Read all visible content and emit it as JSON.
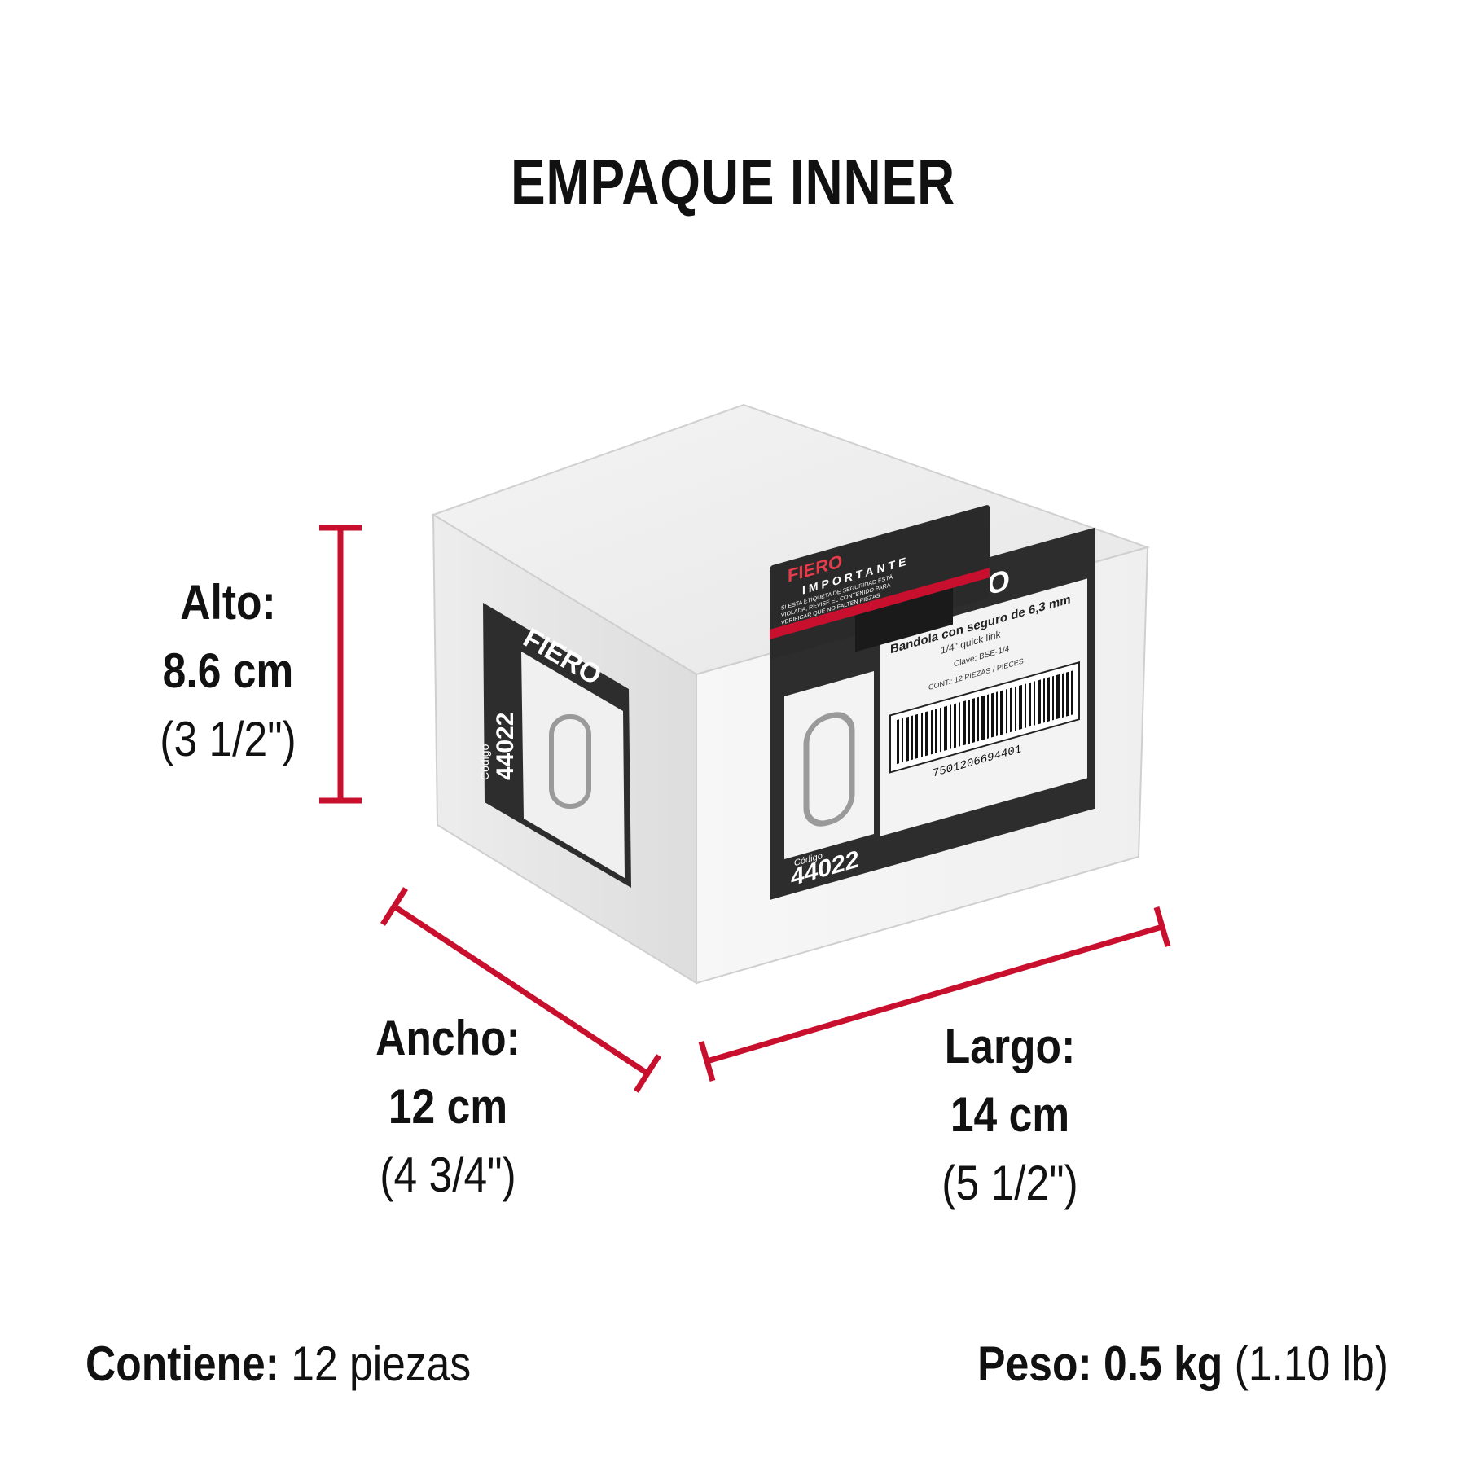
{
  "title": "EMPAQUE INNER",
  "dimensions": {
    "alto": {
      "label": "Alto:",
      "metric": "8.6 cm",
      "imperial": "(3 1/2\")"
    },
    "ancho": {
      "label": "Ancho:",
      "metric": "12 cm",
      "imperial": "(4 3/4\")"
    },
    "largo": {
      "label": "Largo:",
      "metric": "14 cm",
      "imperial": "(5 1/2\")"
    }
  },
  "contents": {
    "label": "Contiene:",
    "value": "12 piezas"
  },
  "weight": {
    "label": "Peso:",
    "metric": "0.5 kg",
    "imperial": "(1.10 lb)"
  },
  "box": {
    "brand": "FIERO",
    "seal_heading": "IMPORTANTE",
    "seal_text_1": "SI ESTA ETIQUETA DE SEGURIDAD ESTÁ",
    "seal_text_2": "VIOLADA, REVISE EL CONTENIDO PARA",
    "seal_text_3": "VERIFICAR QUE NO FALTEN PIEZAS",
    "front_label": {
      "product": "Bandola con seguro de 6,3 mm",
      "product_en": "1/4\" quick link",
      "clave": "Clave: BSE-1/4",
      "contents": "CONT.: 12 PIEZAS / PIECES",
      "code_label": "Código",
      "code": "44022",
      "barcode_number": "7501206694401"
    },
    "side_label": {
      "code_label": "Código",
      "code": "44022"
    }
  },
  "colors": {
    "measure_line": "#c8102e",
    "text": "#111111",
    "seal_bg": "#2a2a2a",
    "seal_accent": "#c8102e"
  }
}
